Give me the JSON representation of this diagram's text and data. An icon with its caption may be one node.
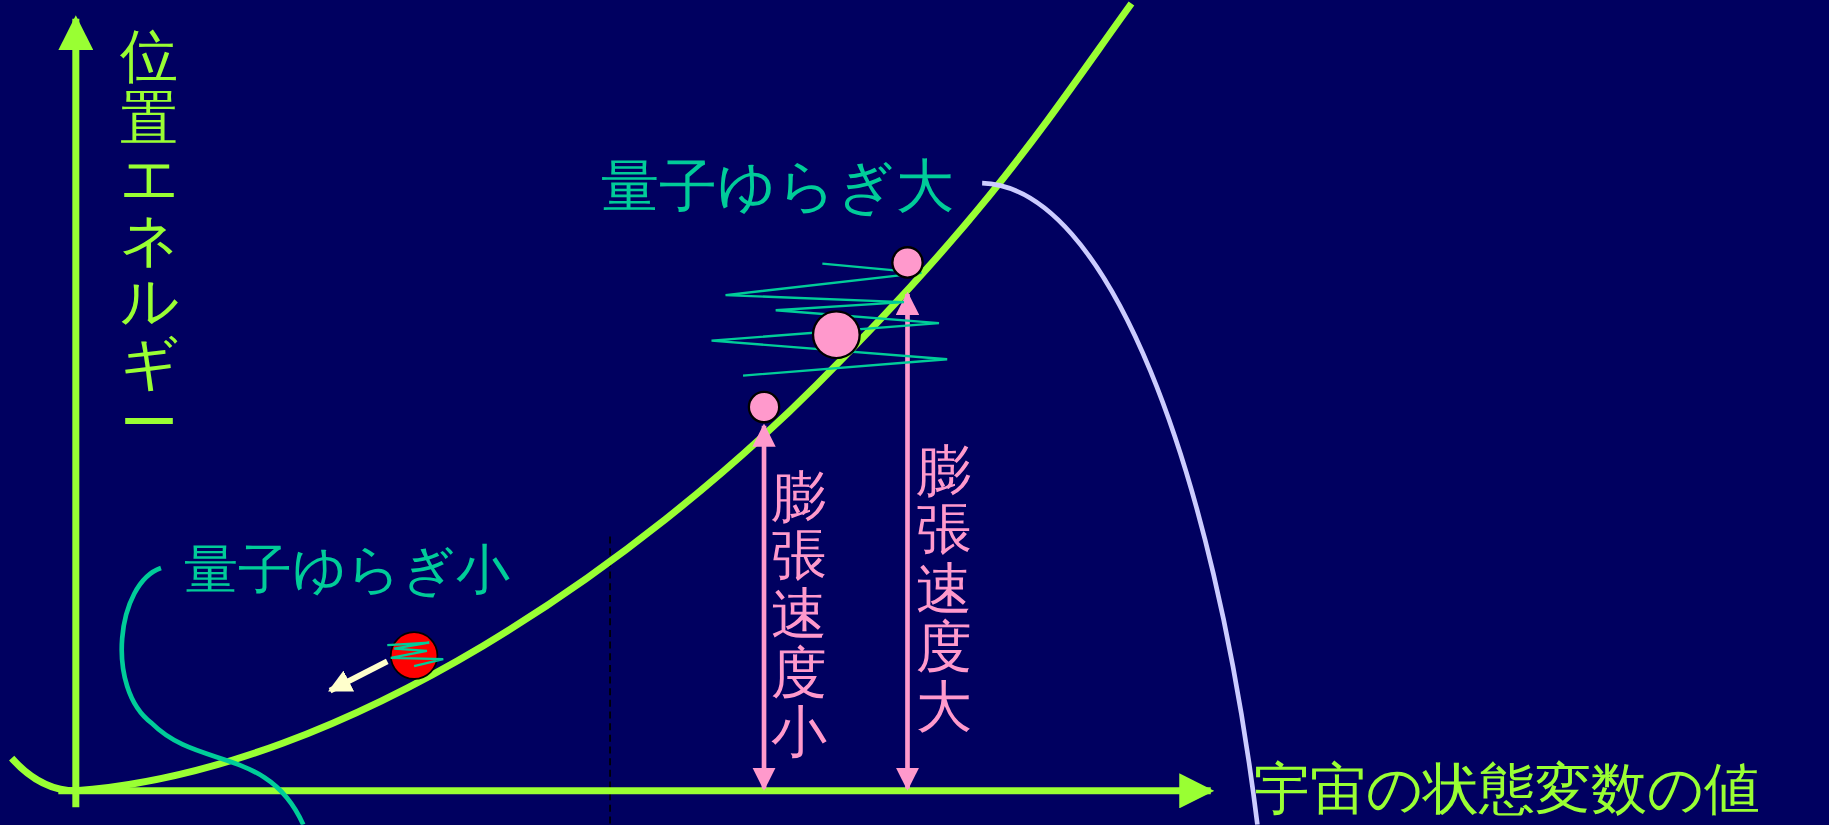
{
  "diagram": {
    "labels": [
      "位置エネルギー",
      "量子ゆらぎ大",
      "膨張速度大",
      "膨張速度小",
      "量子ゆらぎ小",
      "宇宙の状態変数の値"
    ]
  }
}
